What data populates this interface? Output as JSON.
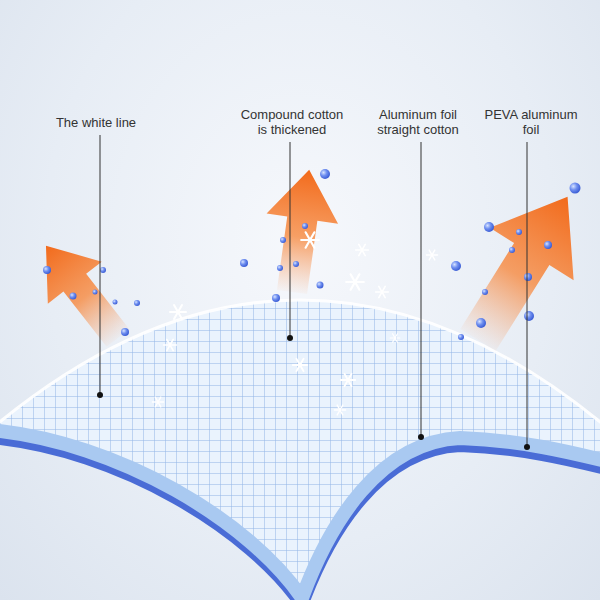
{
  "diagram": {
    "labels": [
      "The white line",
      "Compound cotton is thickened",
      "Aluminum foil straight cotton",
      "PEVA aluminum foil"
    ]
  }
}
